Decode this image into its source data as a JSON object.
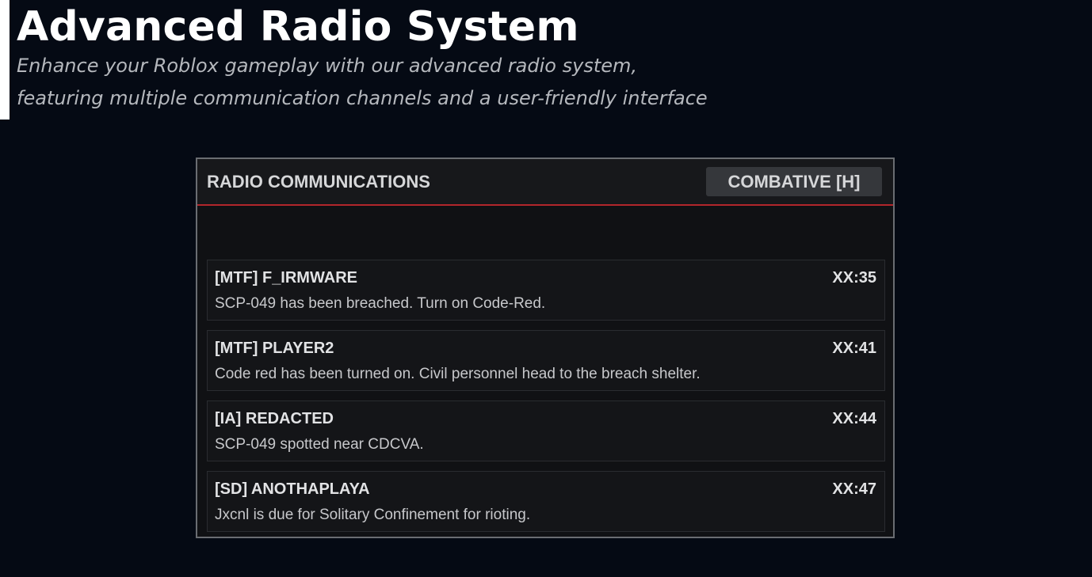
{
  "hero": {
    "title": "Advanced Radio System",
    "subtitle_line1": "Enhance your Roblox gameplay with our advanced radio system,",
    "subtitle_line2": "featuring multiple communication channels  and a user-friendly interface"
  },
  "panel": {
    "title": "RADIO COMMUNICATIONS",
    "mode_button": "COMBATIVE [H]"
  },
  "messages": [
    {
      "sender": "[MTF] F_IRMWARE",
      "time": "XX:35",
      "text": "SCP-049 has been breached. Turn on Code-Red."
    },
    {
      "sender": "[MTF] PLAYER2",
      "time": "XX:41",
      "text": "Code red has been turned on. Civil personnel head to the breach shelter."
    },
    {
      "sender": "[IA] REDACTED",
      "time": "XX:44",
      "text": "SCP-049 spotted near CDCVA."
    },
    {
      "sender": "[SD] ANOTHAPLAYA",
      "time": "XX:47",
      "text": "Jxcnl is due for Solitary Confinement for rioting."
    }
  ],
  "colors": {
    "background": "#050a14",
    "panel": "#101114",
    "accent_line": "#b2262b",
    "button": "#35373b"
  }
}
